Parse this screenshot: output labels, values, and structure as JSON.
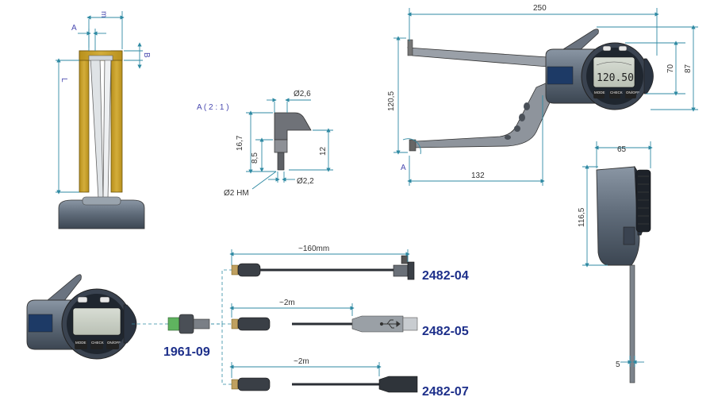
{
  "colors": {
    "dimension_line": "#2f8aa3",
    "part_number": "#1d2f8a",
    "bore_wall": "#c9a227",
    "gauge_body": "#6b7786",
    "gauge_dark": "#2a3340",
    "cable_connector": "#bfa060",
    "adapter_green": "#5fb35f",
    "usb_grey": "#9aa0a6"
  },
  "bore_detail": {
    "labels": {
      "a": "A",
      "m": "m",
      "b": "B",
      "l": "L"
    }
  },
  "tip_detail": {
    "title": "A ( 2 : 1 )",
    "dims": {
      "top_dia": "Ø2,6",
      "height": "16,7",
      "mid": "8,5",
      "right": "12",
      "bottom_dia": "Ø2,2",
      "tip_dia": "Ø2 HM"
    }
  },
  "gauge_front": {
    "dims": {
      "length": "250",
      "height_70": "70",
      "height_87": "87",
      "depth": "120,5",
      "reach": "132"
    },
    "tip_label": "A",
    "display_value": "120.50"
  },
  "gauge_side": {
    "dims": {
      "width": "65",
      "height": "116,5",
      "bottom": "5"
    }
  },
  "gauge_buttons": [
    "MODE",
    "CHECK",
    "ON/OFF"
  ],
  "adapter": {
    "part_number": "1961-09"
  },
  "cables": [
    {
      "length": "~160mm",
      "part_number": "2482-04"
    },
    {
      "length": "~2m",
      "part_number": "2482-05"
    },
    {
      "length": "~2m",
      "part_number": "2482-07"
    }
  ],
  "icons": [
    "usb-icon"
  ]
}
